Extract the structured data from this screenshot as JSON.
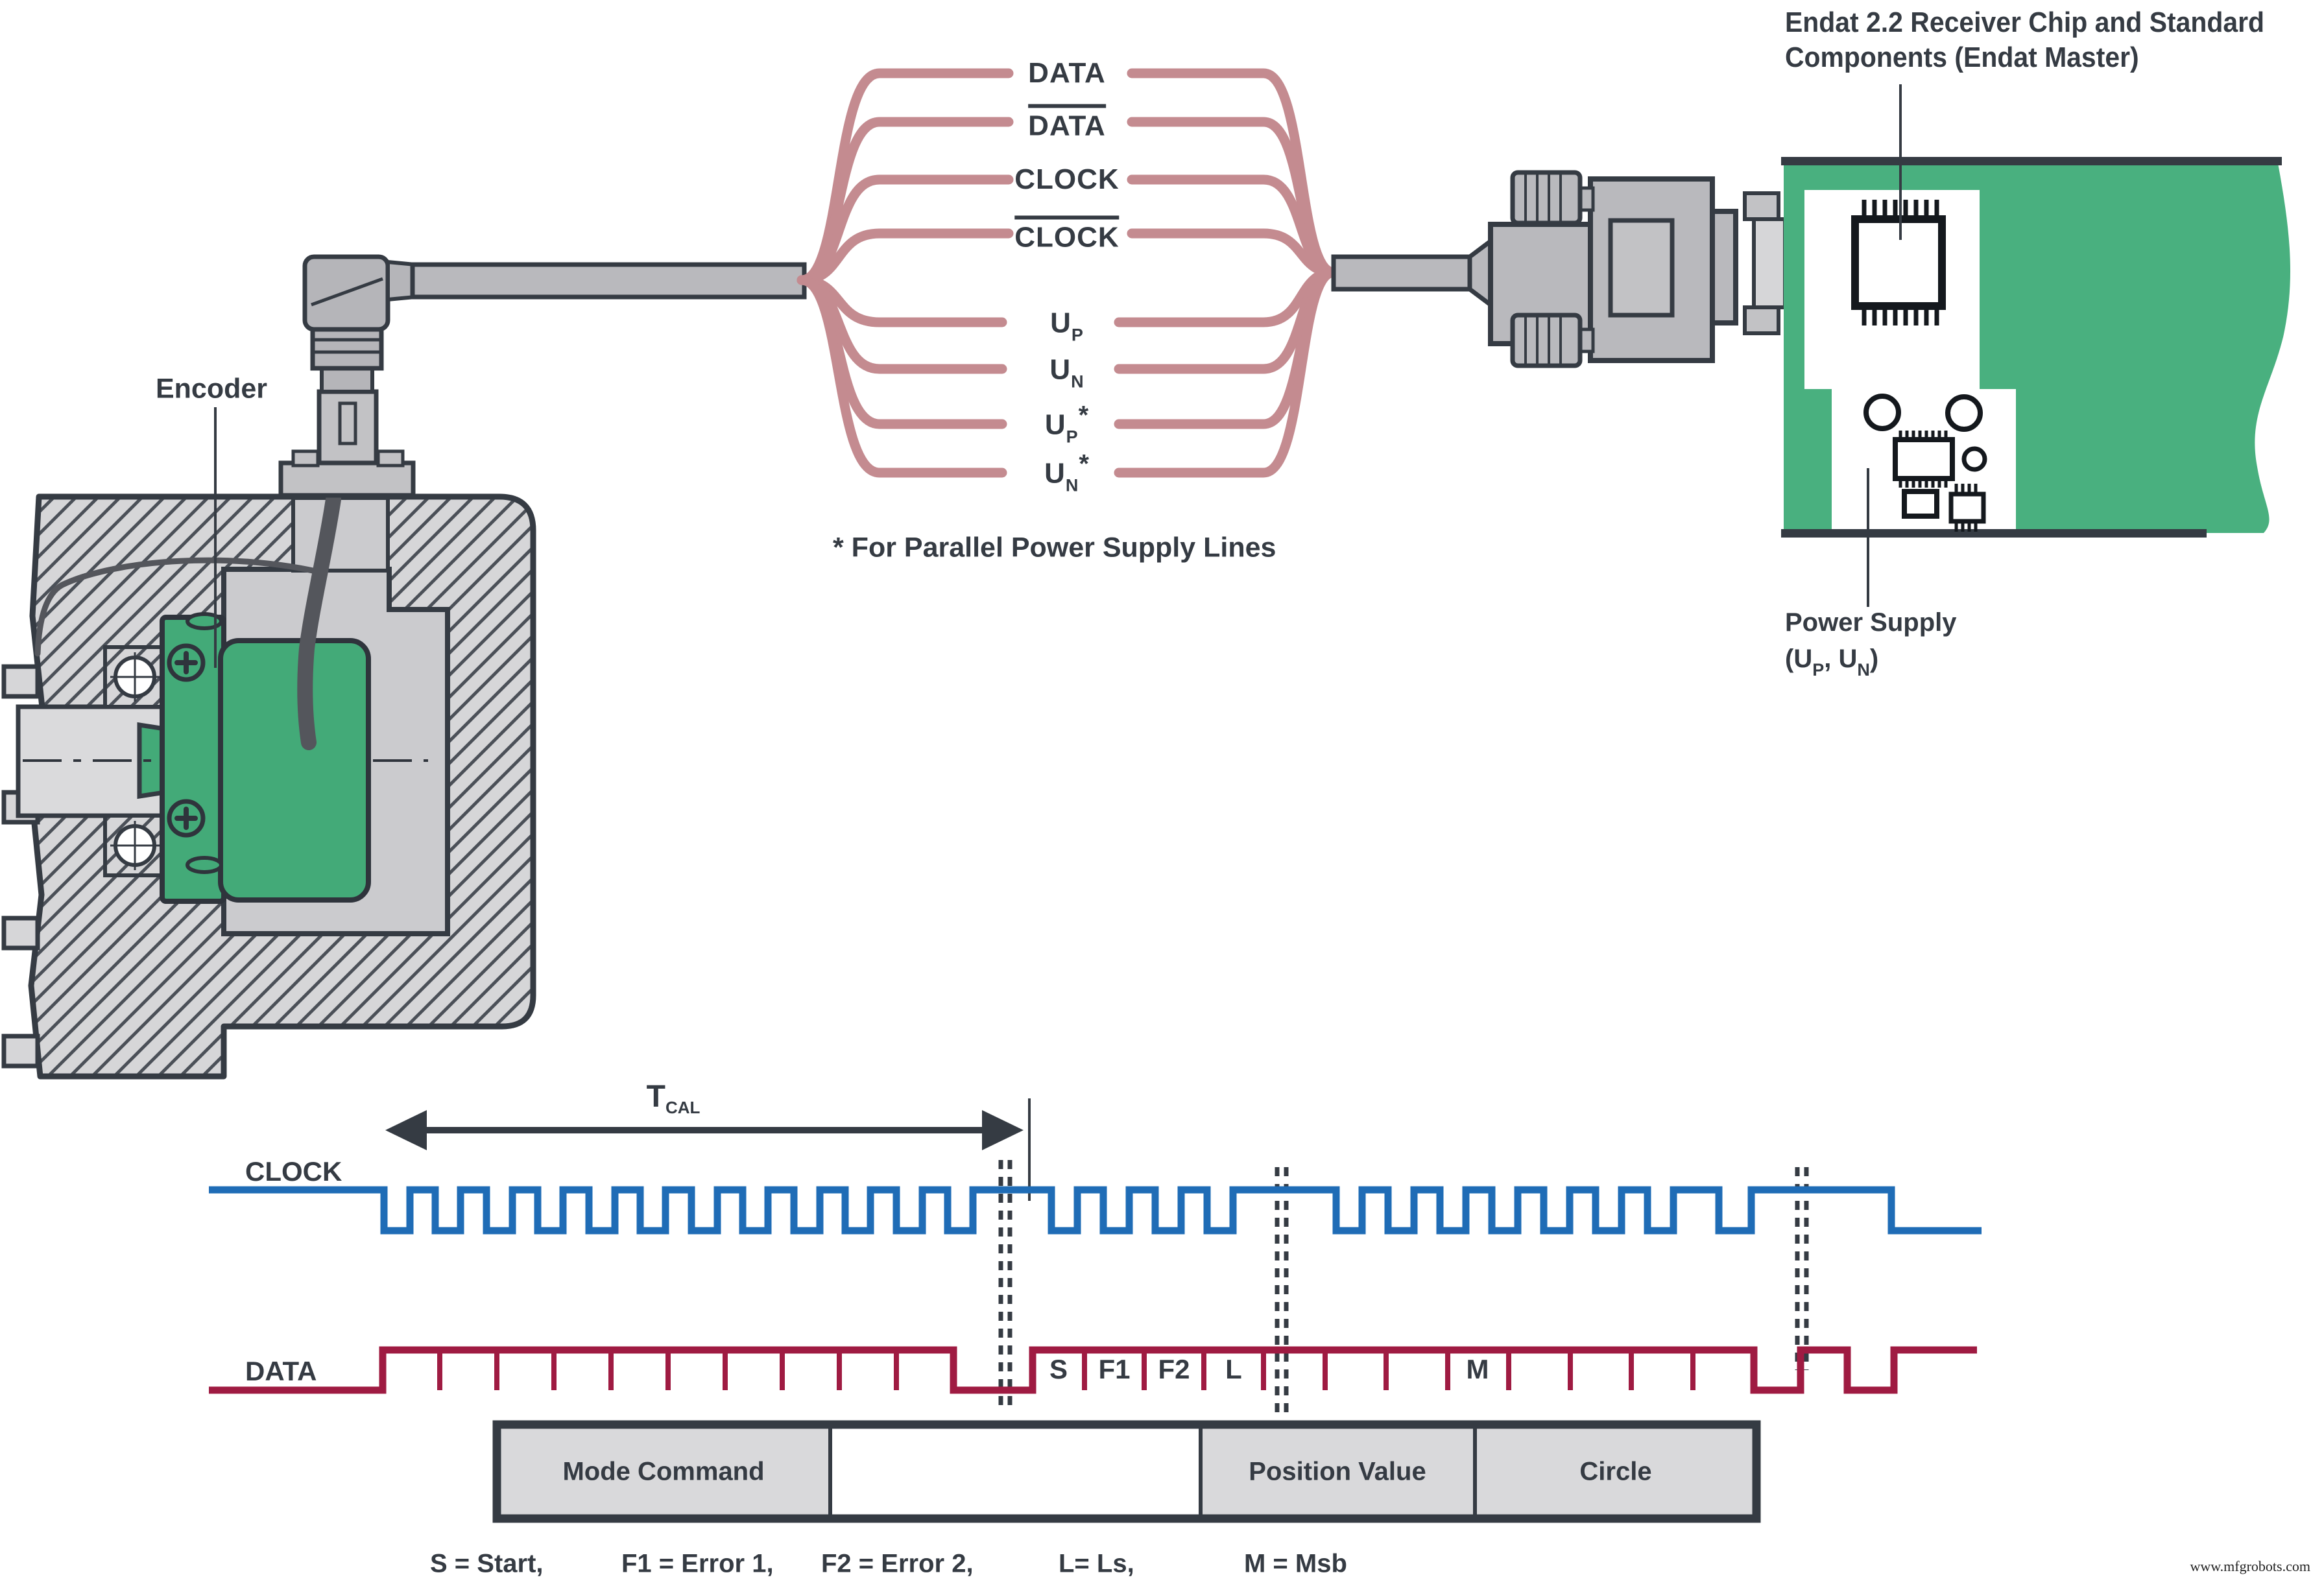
{
  "colors": {
    "pink_wire": "#c48b90",
    "pcb_green": "#49b07f",
    "clock_blue": "#1f6cb6",
    "data_crimson": "#9f1b42",
    "line_dark": "#353b43",
    "metal_gray": "#b9b9bd"
  },
  "fan": {
    "labels": [
      {
        "text": "DATA",
        "overline": false
      },
      {
        "text": "DATA",
        "overline": true
      },
      {
        "text": "CLOCK",
        "overline": false
      },
      {
        "text": "CLOCK",
        "overline": true
      }
    ],
    "u_labels": [
      {
        "base": "U",
        "sub": "P",
        "star": ""
      },
      {
        "base": "U",
        "sub": "N",
        "star": ""
      },
      {
        "base": "U",
        "sub": "P",
        "star": "*"
      },
      {
        "base": "U",
        "sub": "N",
        "star": "*"
      }
    ],
    "footnote": "* For Parallel Power Supply Lines"
  },
  "encoder": {
    "label": "Encoder"
  },
  "receiver": {
    "title_line1": "Endat 2.2 Receiver Chip and Standard",
    "title_line2": "Components (Endat Master)"
  },
  "power_supply": {
    "title": "Power Supply",
    "paren_open": "(U",
    "sub1": "P",
    "paren_mid": ", U",
    "sub2": "N",
    "paren_close": ")"
  },
  "timing": {
    "tcal": {
      "base": "T",
      "sub": "CAL"
    },
    "clock_label": "CLOCK",
    "data_label": "DATA",
    "bit_labels": [
      "S",
      "F1",
      "F2",
      "L",
      "M"
    ],
    "frame_sections": [
      {
        "label": "Mode Command"
      },
      {
        "label": ""
      },
      {
        "label": "Position Value"
      },
      {
        "label": "Circle"
      }
    ],
    "legend": [
      "S = Start,",
      "F1 = Error 1,",
      "F2 = Error 2,",
      "L= Ls,",
      "M = Msb"
    ]
  },
  "watermark": "www.mfgrobots.com"
}
